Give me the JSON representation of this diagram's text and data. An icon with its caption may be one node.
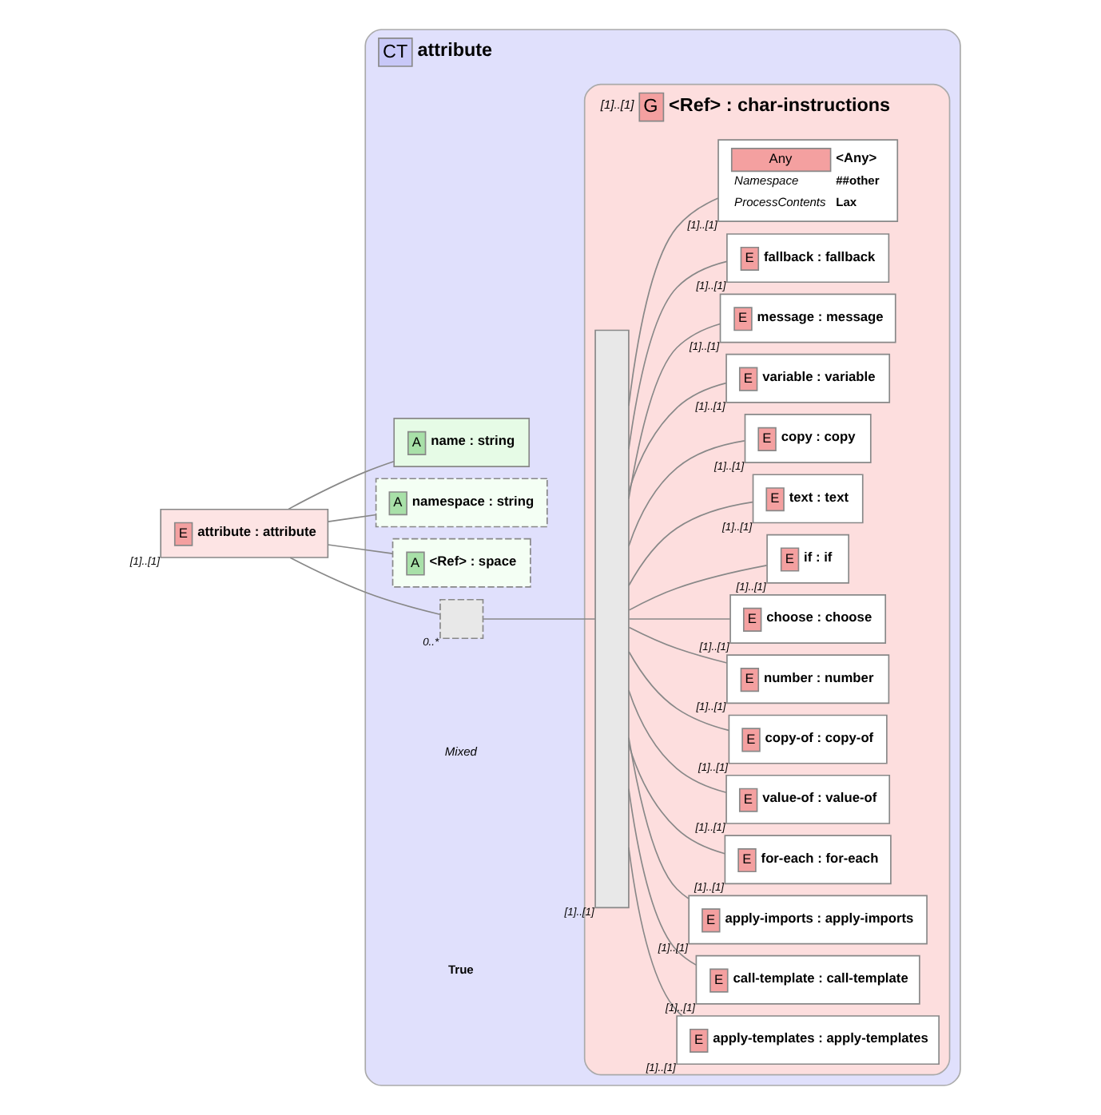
{
  "diagram": {
    "nodes": [
      {
        "text": [
          "E",
          "attribute : attribute"
        ],
        "beside": [
          "[1]..[1]"
        ]
      },
      {
        "text": [
          "CT",
          "attribute"
        ]
      },
      {
        "text": [
          "A",
          "name : string"
        ],
        "in": 1
      },
      {
        "text": [
          "A",
          "namespace : string"
        ],
        "in": 1
      },
      {
        "text": [
          "A",
          "<Ref> : space"
        ],
        "in": 1
      },
      {
        "text": [],
        "shape": "box",
        "beside": [
          "0..*"
        ],
        "in": 1
      },
      {
        "text": [
          "G",
          "<Ref> : char-instructions"
        ],
        "beside": [
          "[1]..[1]"
        ],
        "in": 1
      },
      {
        "text": [],
        "shape": "bar",
        "beside": [
          "[1]..[1]"
        ],
        "in": 6
      },
      {
        "text": [
          "E",
          "apply-templates : apply-templates"
        ],
        "beside": [
          "[1]..[1]"
        ],
        "in": 6
      },
      {
        "text": [
          "E",
          "call-template : call-template"
        ],
        "beside": [
          "[1]..[1]"
        ],
        "in": 6
      },
      {
        "text": [
          "E",
          "apply-imports : apply-imports"
        ],
        "beside": [
          "[1]..[1]"
        ],
        "in": 6
      },
      {
        "text": [
          "E",
          "for-each : for-each"
        ],
        "beside": [
          "[1]..[1]"
        ],
        "in": 6
      },
      {
        "text": [
          "E",
          "value-of : value-of"
        ],
        "beside": [
          "[1]..[1]"
        ],
        "in": 6
      },
      {
        "text": [
          "E",
          "copy-of : copy-of"
        ],
        "beside": [
          "[1]..[1]"
        ],
        "in": 6
      },
      {
        "text": [
          "E",
          "number : number"
        ],
        "beside": [
          "[1]..[1]"
        ],
        "in": 6
      },
      {
        "text": [
          "E",
          "choose : choose"
        ],
        "beside": [
          "[1]..[1]"
        ],
        "in": 6
      },
      {
        "text": [
          "E",
          "if : if"
        ],
        "beside": [
          "[1]..[1]"
        ],
        "in": 6
      },
      {
        "text": [
          "E",
          "text : text"
        ],
        "beside": [
          "[1]..[1]"
        ],
        "in": 6
      },
      {
        "text": [
          "E",
          "copy : copy"
        ],
        "beside": [
          "[1]..[1]"
        ],
        "in": 6
      },
      {
        "text": [
          "E",
          "variable : variable"
        ],
        "beside": [
          "[1]..[1]"
        ],
        "in": 6
      },
      {
        "text": [
          "E",
          "message : message"
        ],
        "beside": [
          "[1]..[1]"
        ],
        "in": 6
      },
      {
        "text": [
          "E",
          "fallback : fallback"
        ],
        "beside": [
          "[1]..[1]"
        ],
        "in": 6
      },
      {
        "text": [
          "Any",
          "<Any>",
          "Namespace",
          "##other",
          "ProcessContents",
          "Lax"
        ],
        "beside": [
          "[1]..[1]"
        ],
        "in": 6
      }
    ],
    "edges": [
      {
        "from": 0,
        "to": 2,
        "arrow": "none"
      },
      {
        "from": 0,
        "to": 3,
        "arrow": "none"
      },
      {
        "from": 0,
        "to": 4,
        "arrow": "none"
      },
      {
        "from": 0,
        "to": 5,
        "arrow": "none"
      },
      {
        "from": 5,
        "to": 7,
        "arrow": "none"
      },
      {
        "from": 7,
        "to": 8,
        "arrow": "none"
      },
      {
        "from": 7,
        "to": 9,
        "arrow": "none"
      },
      {
        "from": 7,
        "to": 10,
        "arrow": "none"
      },
      {
        "from": 7,
        "to": 11,
        "arrow": "none"
      },
      {
        "from": 7,
        "to": 12,
        "arrow": "none"
      },
      {
        "from": 7,
        "to": 13,
        "arrow": "none"
      },
      {
        "from": 7,
        "to": 14,
        "arrow": "none"
      },
      {
        "from": 7,
        "to": 15,
        "arrow": "none"
      },
      {
        "from": 7,
        "to": 16,
        "arrow": "none"
      },
      {
        "from": 7,
        "to": 17,
        "arrow": "none"
      },
      {
        "from": 7,
        "to": 18,
        "arrow": "none"
      },
      {
        "from": 7,
        "to": 19,
        "arrow": "none"
      },
      {
        "from": 7,
        "to": 20,
        "arrow": "none"
      },
      {
        "from": 7,
        "to": 21,
        "arrow": "none"
      },
      {
        "from": 7,
        "to": 22,
        "arrow": "none"
      }
    ],
    "labels": [
      "Mixed",
      "True"
    ]
  }
}
